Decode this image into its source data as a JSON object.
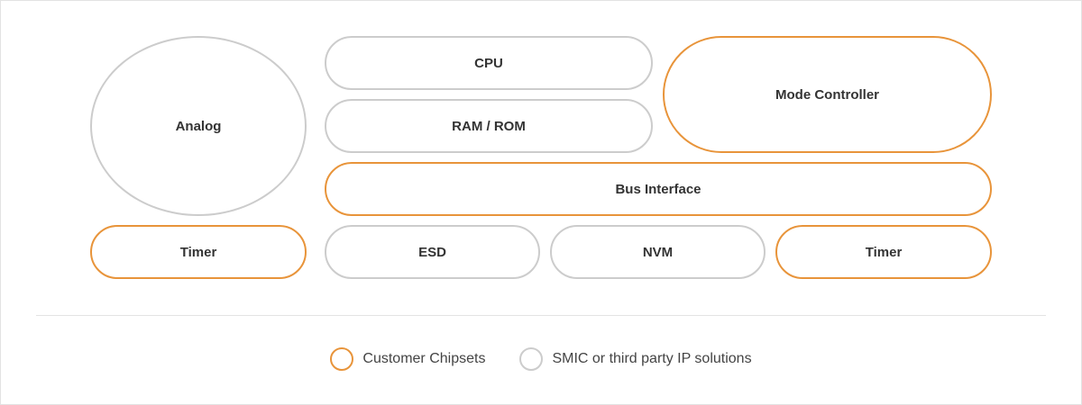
{
  "colors": {
    "customer": "#e8943a",
    "ip": "#cccccc",
    "text": "#333333"
  },
  "blocks": {
    "analog": {
      "label": "Analog",
      "category": "ip"
    },
    "cpu": {
      "label": "CPU",
      "category": "ip"
    },
    "ram_rom": {
      "label": "RAM / ROM",
      "category": "ip"
    },
    "mode_controller": {
      "label": "Mode Controller",
      "category": "customer"
    },
    "bus_interface": {
      "label": "Bus Interface",
      "category": "customer"
    },
    "timer_left": {
      "label": "Timer",
      "category": "customer"
    },
    "esd": {
      "label": "ESD",
      "category": "ip"
    },
    "nvm": {
      "label": "NVM",
      "category": "ip"
    },
    "timer_right": {
      "label": "Timer",
      "category": "customer"
    }
  },
  "legend": {
    "customer": "Customer Chipsets",
    "ip": "SMIC or third party IP solutions"
  }
}
